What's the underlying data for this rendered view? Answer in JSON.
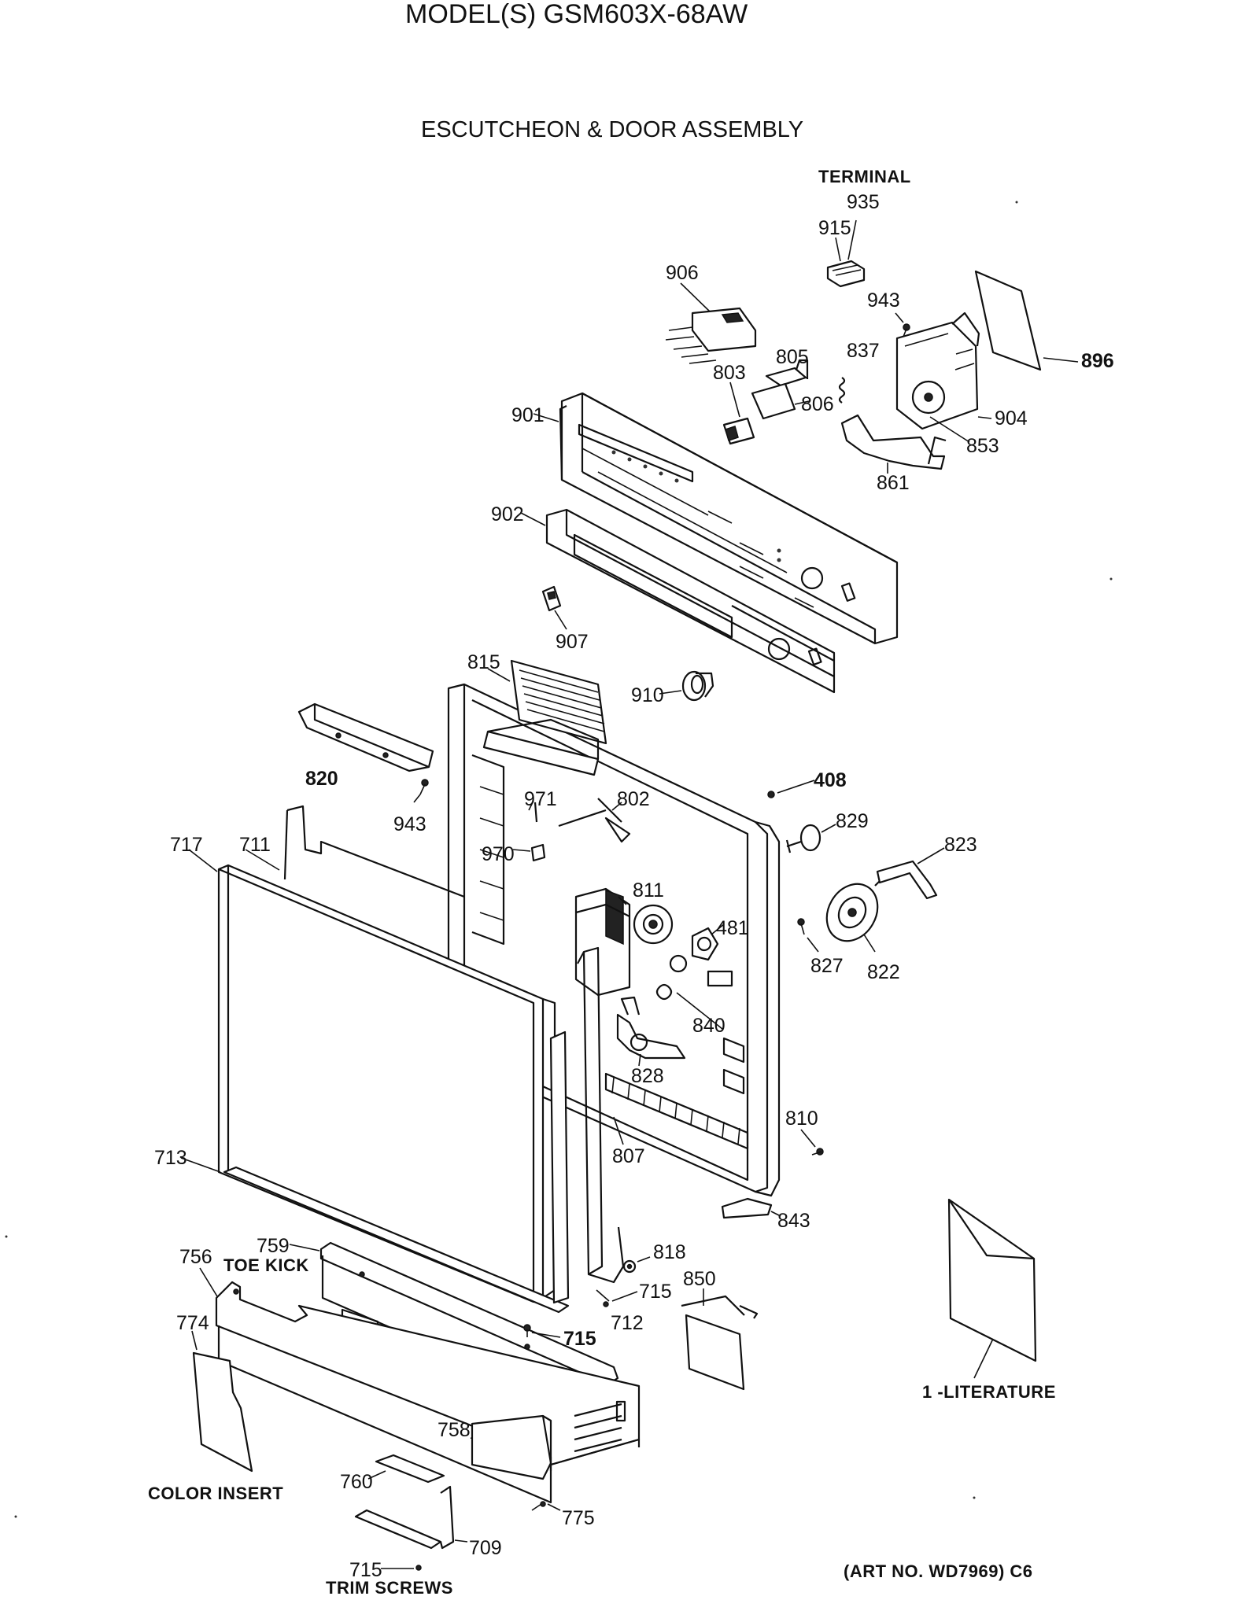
{
  "header": {
    "model": "MODEL(S) GSM603X-68AW",
    "assembly": "ESCUTCHEON & DOOR ASSEMBLY"
  },
  "callouts": {
    "terminal": "TERMINAL",
    "toe_kick": "TOE KICK",
    "color_insert": "COLOR INSERT",
    "trim_screws": "TRIM SCREWS",
    "literature": "1 -LITERATURE",
    "art_no": "(ART NO. WD7969) C6"
  },
  "parts": {
    "p935": "935",
    "p915": "915",
    "p906": "906",
    "p943a": "943",
    "p896": "896",
    "p805": "805",
    "p837": "837",
    "p803": "803",
    "p806": "806",
    "p901": "901",
    "p904": "904",
    "p853": "853",
    "p861": "861",
    "p902": "902",
    "p907": "907",
    "p815": "815",
    "p910": "910",
    "p820": "820",
    "p408": "408",
    "p943b": "943",
    "p971": "971",
    "p802": "802",
    "p829": "829",
    "p717": "717",
    "p711": "711",
    "p970": "970",
    "p823": "823",
    "p811": "811",
    "p481": "481",
    "p827": "827",
    "p822": "822",
    "p840": "840",
    "p828": "828",
    "p810": "810",
    "p713": "713",
    "p807": "807",
    "p843": "843",
    "p759": "759",
    "p818": "818",
    "p756": "756",
    "p715a": "715",
    "p850": "850",
    "p715b": "715",
    "p712": "712",
    "p774": "774",
    "p758": "758",
    "p760": "760",
    "p775": "775",
    "p709": "709",
    "p715c": "715"
  }
}
